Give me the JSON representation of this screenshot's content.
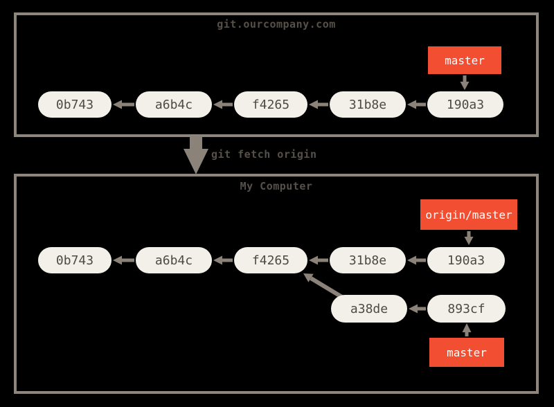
{
  "colors": {
    "background": "#000000",
    "box_border": "#8e867d",
    "node_fill": "#f2f0e9",
    "node_text": "#4e4a41",
    "arrow": "#8b8379",
    "branch_fill": "#f14e32",
    "branch_text": "#ffffff",
    "title_text": "#56504a"
  },
  "remote": {
    "title": "git.ourcompany.com",
    "branch_label": "master",
    "commits": [
      "0b743",
      "a6b4c",
      "f4265",
      "31b8e",
      "190a3"
    ]
  },
  "command": "git fetch origin",
  "local": {
    "title": "My Computer",
    "remote_branch_label": "origin/master",
    "branch_label": "master",
    "main_commits": [
      "0b743",
      "a6b4c",
      "f4265",
      "31b8e",
      "190a3"
    ],
    "branch_commits": [
      "a38de",
      "893cf"
    ]
  }
}
